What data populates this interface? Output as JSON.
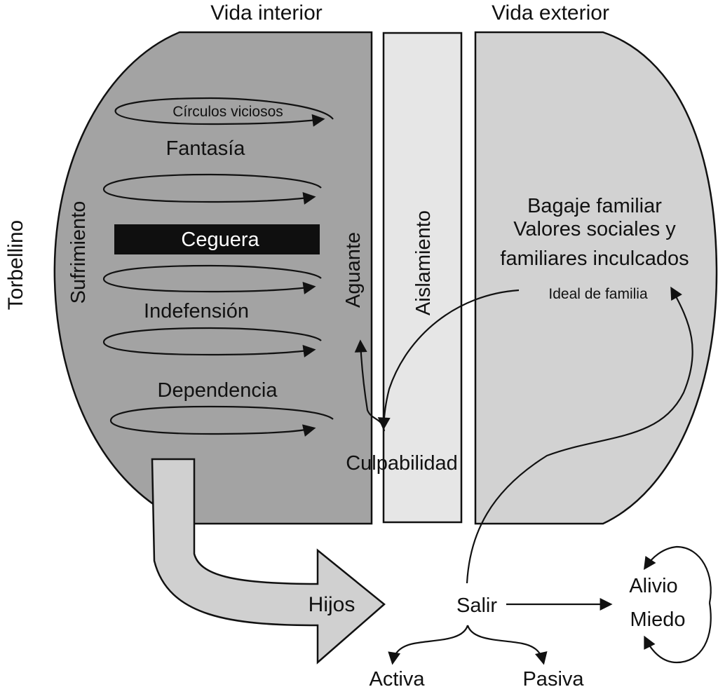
{
  "colors": {
    "inner_panel": "#a3a3a3",
    "isolation_panel": "#e6e6e6",
    "outer_panel": "#d2d2d2",
    "hijos_arrow": "#d0d0d0",
    "ceguera_bar": "#0f0f0f",
    "ceguera_text": "#ffffff",
    "stroke": "#111111"
  },
  "headers": {
    "inner": "Vida interior",
    "outer": "Vida exterior"
  },
  "side_label": "Torbellino",
  "inner_life": {
    "vertical_left": "Sufrimiento",
    "vertical_right": "Aguante",
    "cycle_label": "Círculos viciosos",
    "items": [
      "Fantasía",
      "Indefensión",
      "Dependencia"
    ],
    "highlight": "Ceguera"
  },
  "isolation": {
    "label": "Aislamiento"
  },
  "outer_life": {
    "lines": [
      "Bagaje familiar",
      "Valores sociales y",
      "familiares inculcados"
    ],
    "ideal": "Ideal de familia"
  },
  "culpability": "Culpabilidad",
  "children_arrow": "Hijos",
  "exit": {
    "label": "Salir",
    "options": [
      "Activa",
      "Pasiva"
    ],
    "outcomes": [
      "Alivio",
      "Miedo"
    ]
  }
}
